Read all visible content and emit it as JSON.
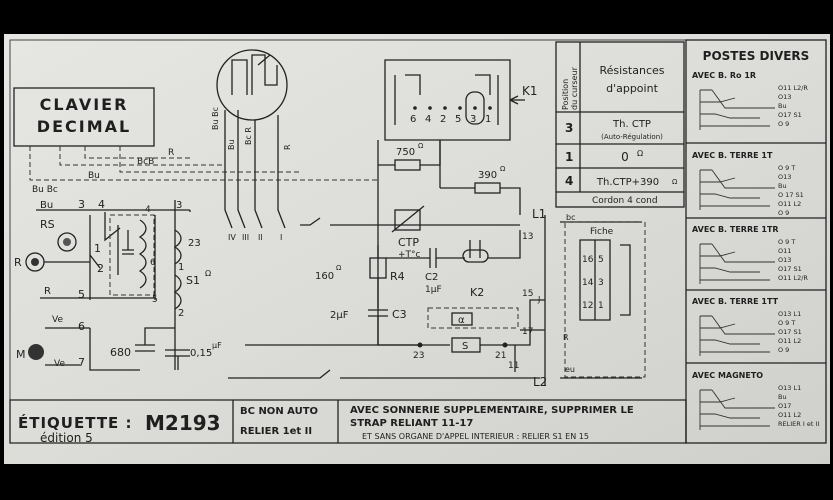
{
  "clavier": {
    "line1": "CLAVIER",
    "line2": "DECIMAL"
  },
  "left_labels": {
    "bu_bc_top": "Bu Bc",
    "bu": "Bu",
    "rs": "RS",
    "r_main": "R",
    "r_small": "R",
    "m": "M",
    "ve_top": "Ve",
    "ve_bottom": "Ve",
    "bcb": "BcB",
    "bu_mid": "Bu",
    "r_line": "R",
    "c680": "680",
    "c015": "0,15",
    "mu": "µF"
  },
  "terminals": [
    "3",
    "4",
    "1",
    "2",
    "5",
    "6",
    "7"
  ],
  "coils": {
    "c23": "23",
    "s1": "S1",
    "ohm": "Ω",
    "t3": "3",
    "t1": "1",
    "t2": "2",
    "t4": "4",
    "t6": "6",
    "t5": "5"
  },
  "dial_labels": [
    "Bu Bc",
    "Bu",
    "Bc R",
    "R"
  ],
  "contacts": [
    "IV",
    "III",
    "II",
    "I"
  ],
  "k1": {
    "label": "K1",
    "pins": [
      "6",
      "4",
      "2",
      "5",
      "3",
      "1"
    ]
  },
  "components": {
    "r750": "750",
    "r390": "390",
    "ctp": "CTP",
    "tc": "+T°c",
    "r160": "160",
    "r4": "R4",
    "c2": "C2",
    "c2v": "1µF",
    "k2": "K2",
    "c3v": "2µF",
    "c3": "C3",
    "alpha": "α",
    "s": "S",
    "ohm": "Ω"
  },
  "nodes": {
    "l1": "L1",
    "l2": "L2",
    "n13": "13",
    "n15": "15",
    "n17": "17",
    "n23": "23",
    "n21": "21",
    "n11": "11",
    "bc": "bc",
    "j": "J",
    "r": "R",
    "eu": "eu"
  },
  "fiche": {
    "title": "Fiche",
    "pins_left": [
      "16",
      "14",
      "12"
    ],
    "pins_right": [
      "5",
      "3",
      "1"
    ]
  },
  "resistance_table": {
    "col1": [
      "Position",
      "du curseur"
    ],
    "col2": [
      "Résistances",
      "d'appoint"
    ],
    "rows": [
      {
        "pos": "3",
        "val": "Th. CTP",
        "sub": "(Auto-Régulation)"
      },
      {
        "pos": "1",
        "val": "0",
        "sub": "Ω"
      },
      {
        "pos": "4",
        "val": "Th.CTP+390",
        "sub": "Ω"
      }
    ],
    "cordon": "Cordon 4 cond"
  },
  "postes_divers": {
    "title": "POSTES DIVERS",
    "sections": [
      {
        "title": "AVEC B. Ro 1R",
        "labels": [
          "O11 L2/R",
          "O13",
          "Bu",
          "O17 S1",
          "O 9"
        ]
      },
      {
        "title": "AVEC B. TERRE 1T",
        "labels": [
          "O 9 T",
          "O13",
          "Bu",
          "O 17 S1",
          "O11 L2",
          "O 9"
        ]
      },
      {
        "title": "AVEC B. TERRE 1TR",
        "labels": [
          "O 9 T",
          "O11",
          "O13",
          "O17 S1",
          "O11 L2/R"
        ]
      },
      {
        "title": "AVEC B. TERRE 1TT",
        "labels": [
          "O13 L1",
          "O 9 T",
          "O17 S1",
          "O11 L2",
          "O 9"
        ]
      },
      {
        "title": "AVEC MAGNETO",
        "labels": [
          "O13 L1",
          "Bu",
          "O17",
          "O11 L2",
          "RELIER I et II"
        ]
      }
    ]
  },
  "footer": {
    "etiquette_label": "ÉTIQUETTE :",
    "etiquette_code": "M2193",
    "edition": "édition 5",
    "bc_line1": "BC NON AUTO",
    "bc_line2": "RELIER 1et II",
    "note_line1": "AVEC SONNERIE SUPPLEMENTAIRE, SUPPRIMER LE",
    "note_line2": "STRAP RELIANT 11-17",
    "note_line3": "ET SANS ORGANE D'APPEL INTERIEUR : RELIER S1 EN 15"
  },
  "colors": {
    "paper": "#dcdcd8",
    "ink": "#222222",
    "background": "#000000"
  }
}
